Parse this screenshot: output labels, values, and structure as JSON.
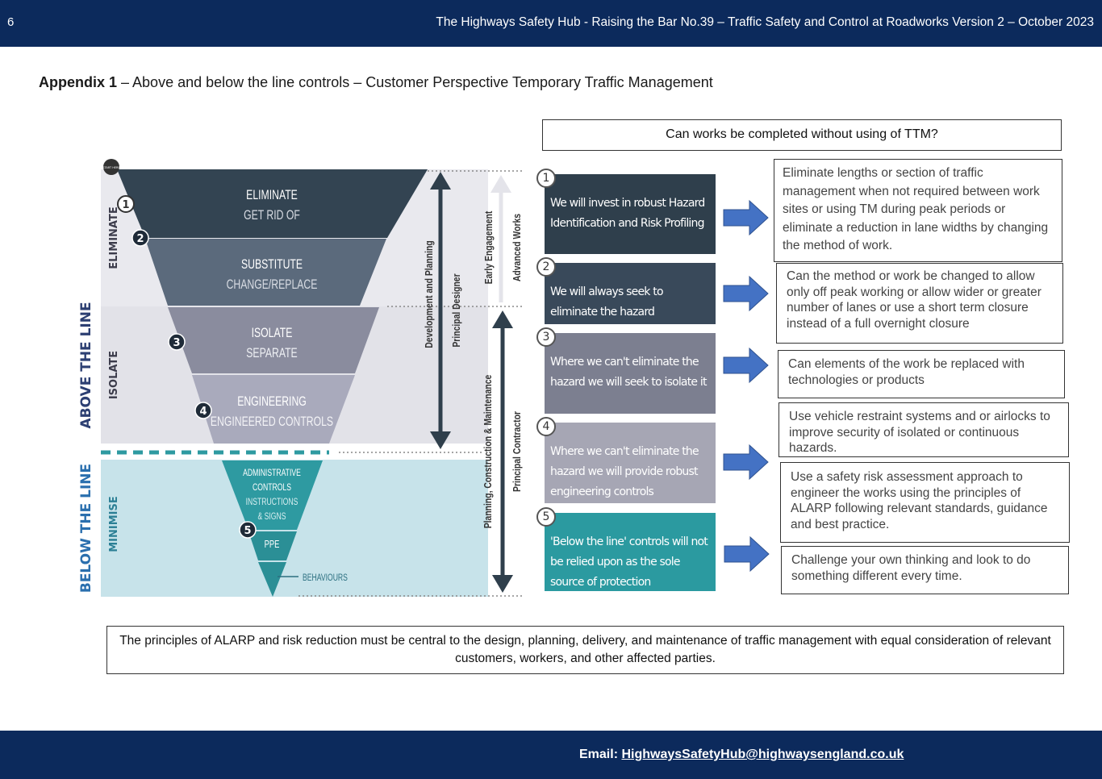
{
  "header": {
    "page_number": "6",
    "title": "The Highways Safety Hub - Raising the Bar No.39 – Traffic Safety and Control at Roadworks Version 2 – October 2023"
  },
  "appendix": {
    "label": "Appendix 1",
    "title": " – Above and below the line controls – Customer Perspective Temporary Traffic Management"
  },
  "question": "Can works be completed without using of TTM?",
  "diagram": {
    "above_the_line": "ABOVE THE LINE",
    "below_the_line": "BELOW THE LINE",
    "eliminate_band": "ELIMINATE",
    "isolate_band": "ISOLATE",
    "minimise_band": "MINIMISE",
    "start_here": "START HERE",
    "levels": [
      {
        "number": "1",
        "title": "ELIMINATE",
        "subtitle": "GET RID OF"
      },
      {
        "number": "2",
        "title": "SUBSTITUTE",
        "subtitle": "CHANGE/REPLACE"
      },
      {
        "number": "3",
        "title": "ISOLATE",
        "subtitle": "SEPARATE"
      },
      {
        "number": "4",
        "title": "ENGINEERING",
        "subtitle": "ENGINEERED CONTROLS"
      },
      {
        "number": "5",
        "title": "ADMINISTRATIVE",
        "title2": "CONTROLS",
        "subtitle": "INSTRUCTIONS",
        "subtitle2": "& SIGNS"
      }
    ],
    "ppe": "PPE",
    "behaviours": "BEHAVIOURS",
    "phase_labels": {
      "development": "Development and Planning",
      "principal_designer": "Principal Designer",
      "early_engagement": "Early Engagement",
      "advanced_works": "Advanced Works",
      "planning_construction": "Planning, Construction & Maintenance",
      "principal_contractor": "Principal Contractor"
    }
  },
  "steps": [
    {
      "number": "1",
      "text": "We will invest in robust Hazard Identification and Risk Profiling",
      "color": "#2f3f4c"
    },
    {
      "number": "2",
      "text": "We will always seek to eliminate the hazard",
      "color": "#39495a"
    },
    {
      "number": "3",
      "text": "Where we can't eliminate the hazard we will seek to isolate it",
      "color": "#7c7f90"
    },
    {
      "number": "4",
      "text": "Where we can't eliminate the hazard we will provide robust engineering controls",
      "color": "#a6a6b4"
    },
    {
      "number": "5",
      "text": "'Below the line' controls will not be relied upon as the sole source of protection",
      "color": "#2b9aa0"
    }
  ],
  "responses": [
    "Eliminate lengths or section of traffic management when not required between work sites or using TM during peak periods or eliminate a reduction in lane widths by changing the method of work.",
    "Can the method or work be changed to allow only off peak working or allow wider or greater number of lanes or use a short term closure instead of a full overnight closure",
    "Can elements of the work be replaced with technologies or products",
    "Use vehicle restraint systems and or airlocks to improve security of isolated or continuous hazards.",
    "Use a safety risk assessment approach to engineer the works using the principles of ALARP following relevant standards, guidance and best practice.",
    "Challenge your own thinking and look to do something different every time."
  ],
  "principle": "The principles of ALARP and risk reduction must be central to the design, planning, delivery, and maintenance of traffic management with equal consideration of relevant customers, workers, and other affected parties.",
  "footer": {
    "email_label": "Email: ",
    "email": "HighwaysSafetyHub@highwaysengland.co.uk"
  },
  "colors": {
    "navy": "#0c2a5c",
    "arrow_blue": "#4472c4",
    "teal": "#2b9aa0"
  }
}
